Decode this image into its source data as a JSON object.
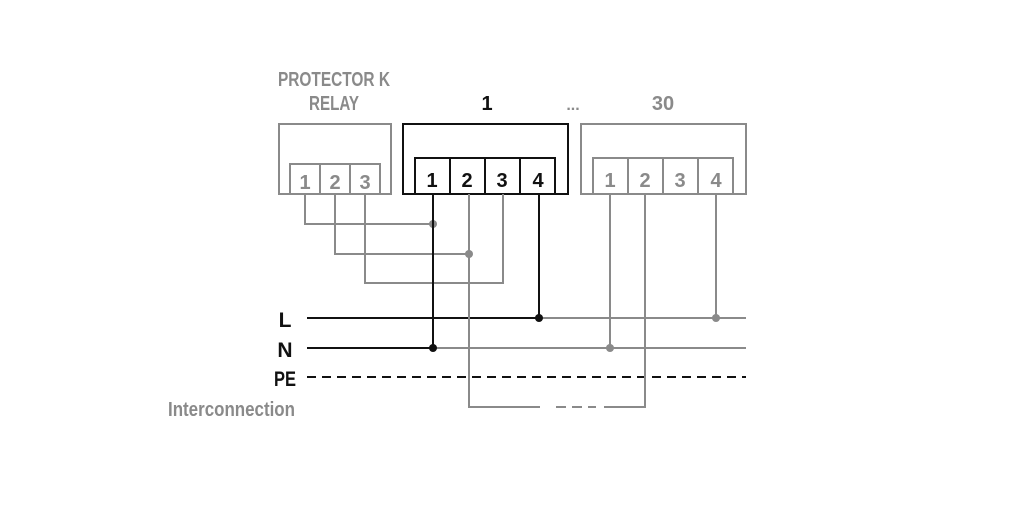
{
  "titles": {
    "relay_line1": "PROTECTOR K",
    "relay_line2": "RELAY",
    "unit_first": "1",
    "ellipsis": "...",
    "unit_last": "30"
  },
  "terminals": {
    "relay": [
      "1",
      "2",
      "3"
    ],
    "unit_first": [
      "1",
      "2",
      "3",
      "4"
    ],
    "unit_last": [
      "1",
      "2",
      "3",
      "4"
    ]
  },
  "bus_labels": {
    "L": "L",
    "N": "N",
    "PE": "PE",
    "interconnection": "Interconnection"
  },
  "colors": {
    "black": "#111111",
    "gray": "#8a8a8a"
  }
}
